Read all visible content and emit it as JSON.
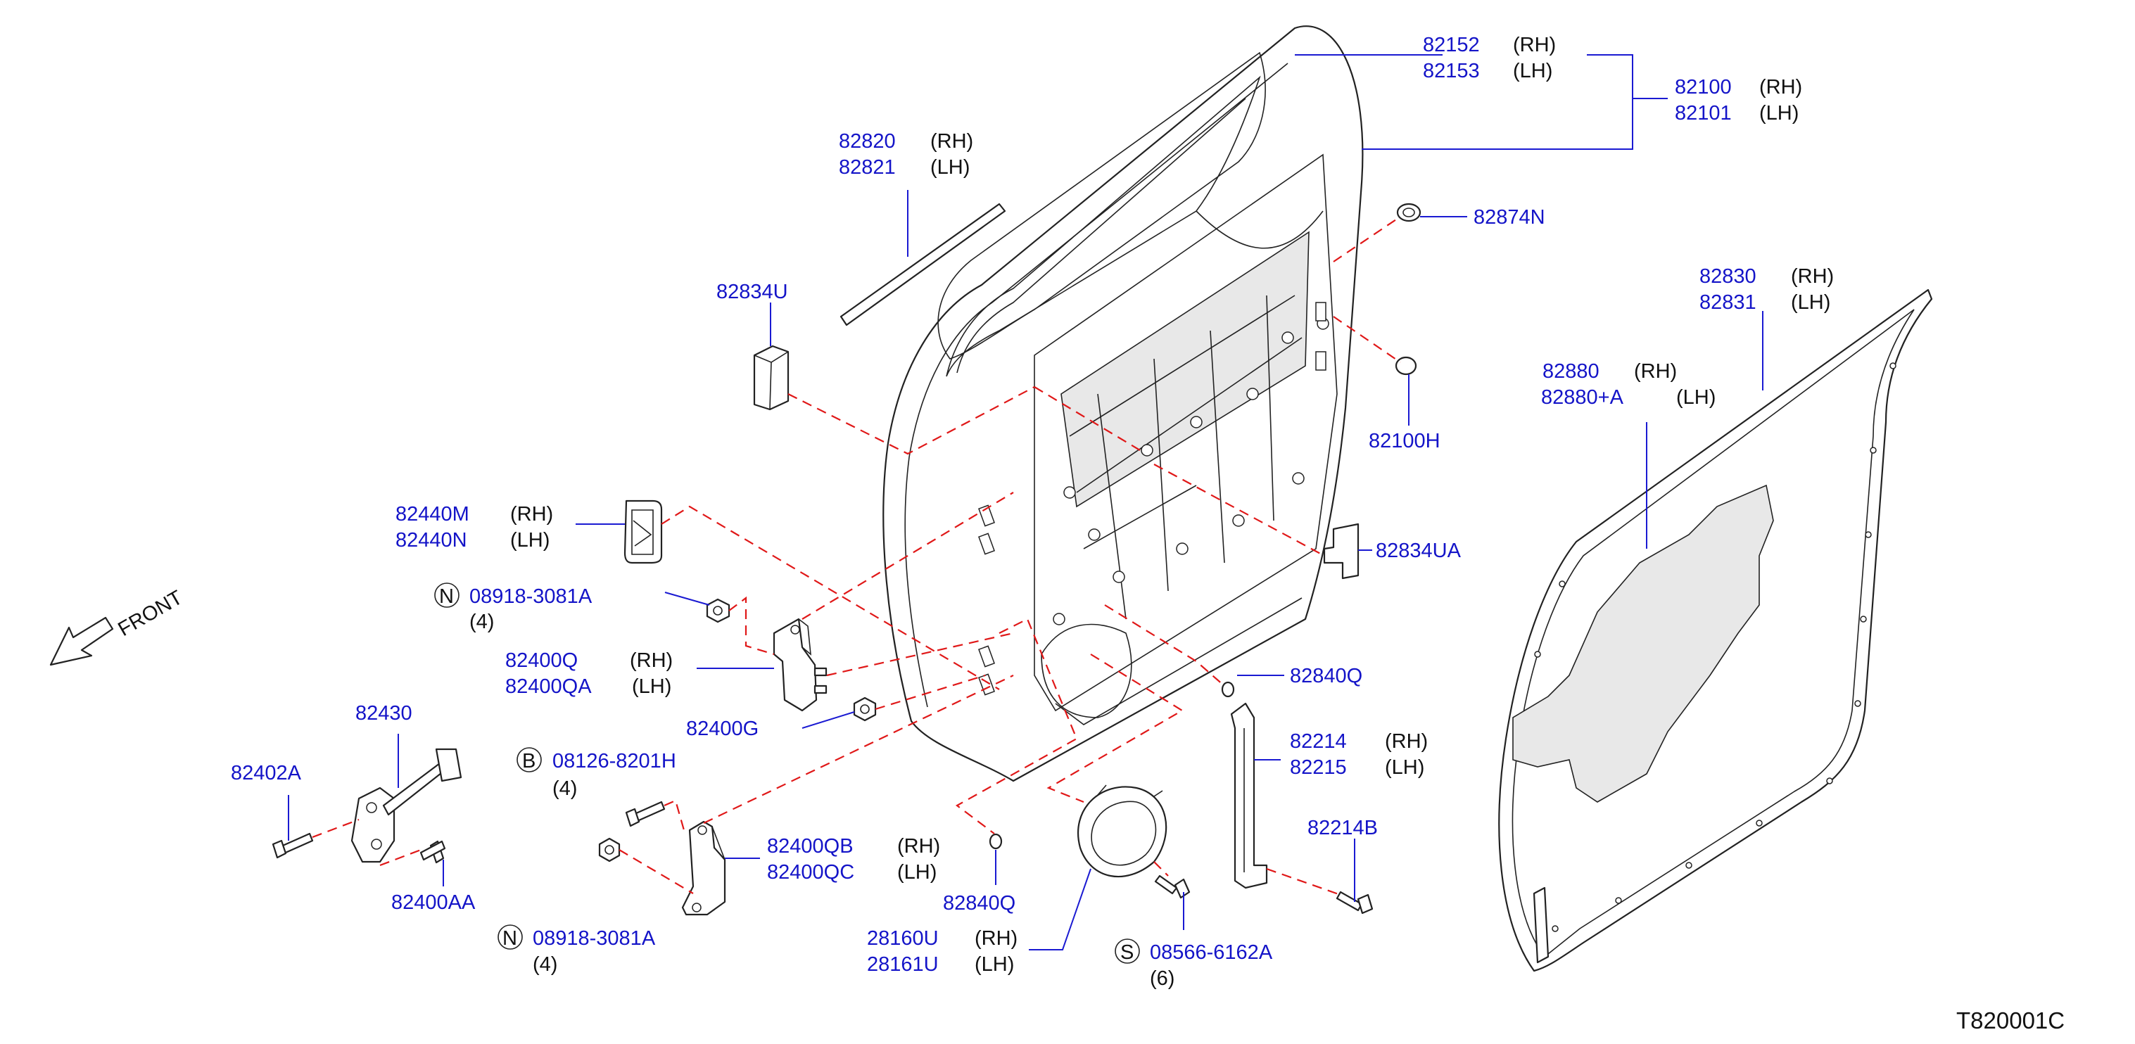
{
  "parts": [
    {
      "id": "p82152",
      "number": "82152",
      "side": "(RH)"
    },
    {
      "id": "p82153",
      "number": "82153",
      "side": "(LH)"
    },
    {
      "id": "p82100",
      "number": "82100",
      "side": "(RH)"
    },
    {
      "id": "p82101",
      "number": "82101",
      "side": "(LH)"
    },
    {
      "id": "p82820",
      "number": "82820",
      "side": "(RH)"
    },
    {
      "id": "p82821",
      "number": "82821",
      "side": "(LH)"
    },
    {
      "id": "p82874N",
      "number": "82874N",
      "side": ""
    },
    {
      "id": "p82834U",
      "number": "82834U",
      "side": ""
    },
    {
      "id": "p82100H",
      "number": "82100H",
      "side": ""
    },
    {
      "id": "p82830",
      "number": "82830",
      "side": "(RH)"
    },
    {
      "id": "p82831",
      "number": "82831",
      "side": "(LH)"
    },
    {
      "id": "p82880",
      "number": "82880",
      "side": "(RH)"
    },
    {
      "id": "p82880A",
      "number": "82880+A",
      "side": "(LH)"
    },
    {
      "id": "p82440M",
      "number": "82440M",
      "side": "(RH)"
    },
    {
      "id": "p82440N",
      "number": "82440N",
      "side": "(LH)"
    },
    {
      "id": "p82834UA",
      "number": "82834UA",
      "side": ""
    },
    {
      "id": "p08918a",
      "number": "08918-3081A",
      "side": "",
      "prefix": "N",
      "qty": "(4)"
    },
    {
      "id": "p82400Q",
      "number": "82400Q",
      "side": "(RH)"
    },
    {
      "id": "p82400QA",
      "number": "82400QA",
      "side": "(LH)"
    },
    {
      "id": "p82840Qa",
      "number": "82840Q",
      "side": ""
    },
    {
      "id": "p82400G",
      "number": "82400G",
      "side": ""
    },
    {
      "id": "p82214",
      "number": "82214",
      "side": "(RH)"
    },
    {
      "id": "p82215",
      "number": "82215",
      "side": "(LH)"
    },
    {
      "id": "p82430",
      "number": "82430",
      "side": ""
    },
    {
      "id": "p08126",
      "number": "08126-8201H",
      "side": "",
      "prefix": "B",
      "qty": "(4)"
    },
    {
      "id": "p82402A",
      "number": "82402A",
      "side": ""
    },
    {
      "id": "p82214B",
      "number": "82214B",
      "side": ""
    },
    {
      "id": "p82400QB",
      "number": "82400QB",
      "side": "(RH)"
    },
    {
      "id": "p82400QC",
      "number": "82400QC",
      "side": "(LH)"
    },
    {
      "id": "p82400AA",
      "number": "82400AA",
      "side": ""
    },
    {
      "id": "p82840Qb",
      "number": "82840Q",
      "side": ""
    },
    {
      "id": "p08918b",
      "number": "08918-3081A",
      "side": "",
      "prefix": "N",
      "qty": "(4)"
    },
    {
      "id": "p28160U",
      "number": "28160U",
      "side": "(RH)"
    },
    {
      "id": "p28161U",
      "number": "28161U",
      "side": "(LH)"
    },
    {
      "id": "p08566",
      "number": "08566-6162A",
      "side": "",
      "prefix": "S",
      "qty": "(6)"
    }
  ],
  "direction_label": "FRONT",
  "drawing_code": "T820001C",
  "colors": {
    "part_number": "#1414c8",
    "leader_line": "#1a1ad2",
    "dashed_line": "#e01818",
    "outline": "#222222"
  }
}
